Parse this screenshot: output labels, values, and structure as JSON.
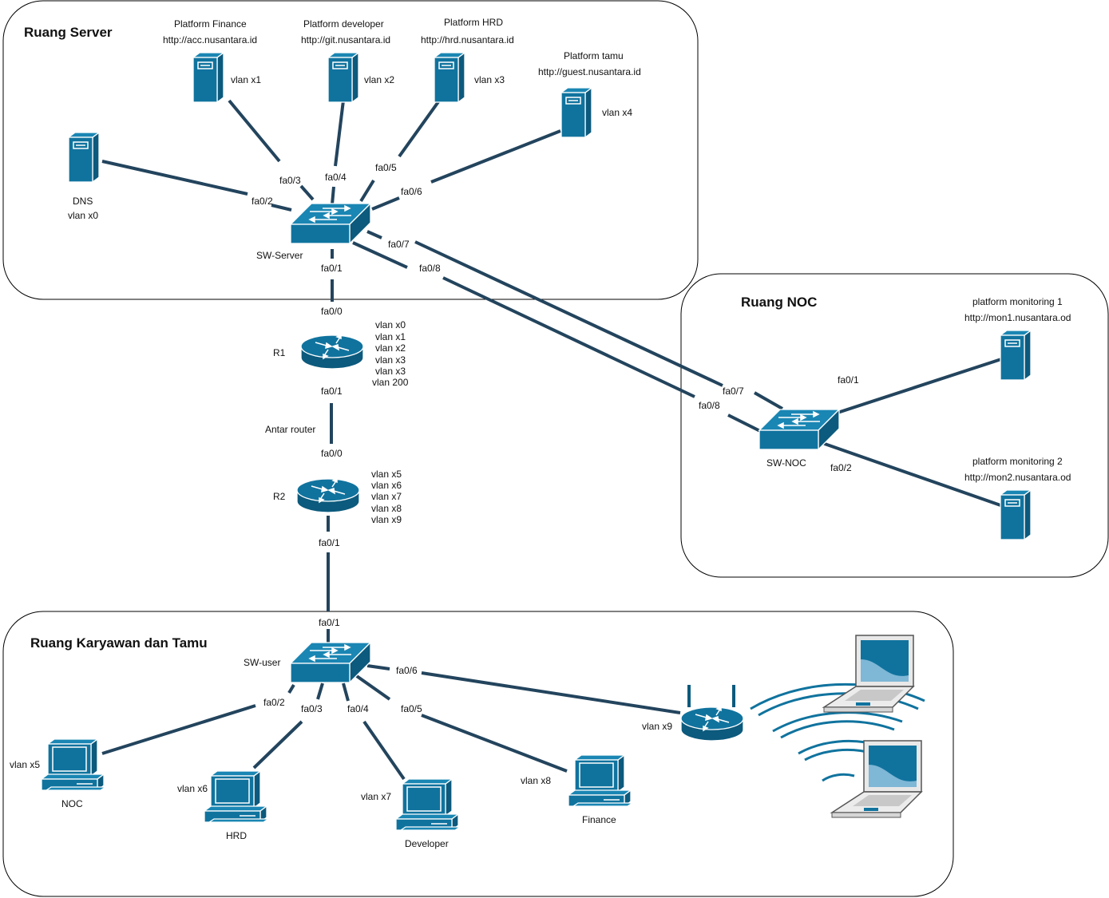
{
  "rooms": {
    "server": "Ruang Server",
    "noc": "Ruang NOC",
    "user": "Ruang Karyawan dan Tamu"
  },
  "servers": {
    "finance": {
      "name": "Platform Finance",
      "url": "http://acc.nusantara.id",
      "vlan": "vlan x1"
    },
    "developer": {
      "name": "Platform developer",
      "url": "http://git.nusantara.id",
      "vlan": "vlan x2"
    },
    "hrd": {
      "name": "Platform HRD",
      "url": "http://hrd.nusantara.id",
      "vlan": "vlan x3"
    },
    "tamu": {
      "name": "Platform tamu",
      "url": "http://guest.nusantara.id",
      "vlan": "vlan x4"
    },
    "dns": {
      "name": "DNS",
      "vlan": "vlan x0"
    },
    "mon1": {
      "name": "platform monitoring 1",
      "url": "http://mon1.nusantara.od"
    },
    "mon2": {
      "name": "platform monitoring 2",
      "url": "http://mon2.nusantara.od"
    }
  },
  "switches": {
    "server": "SW-Server",
    "noc": "SW-NOC",
    "user": "SW-user"
  },
  "routers": {
    "r1": {
      "name": "R1",
      "vlans": [
        "vlan x0",
        "vlan x1",
        "vlan x2",
        "vlan x3",
        "vlan x3",
        "vlan 200"
      ]
    },
    "r2": {
      "name": "R2",
      "vlans": [
        "vlan x5",
        "vlan x6",
        "vlan x7",
        "vlan x8",
        "vlan x9"
      ]
    },
    "link_label": "Antar router"
  },
  "ports": {
    "sws_fa02": "fa0/2",
    "sws_fa03": "fa0/3",
    "sws_fa04": "fa0/4",
    "sws_fa05": "fa0/5",
    "sws_fa06": "fa0/6",
    "sws_fa07": "fa0/7",
    "sws_fa08": "fa0/8",
    "sws_fa01": "fa0/1",
    "r1_fa00": "fa0/0",
    "r1_fa01": "fa0/1",
    "r2_fa00": "fa0/0",
    "r2_fa01": "fa0/1",
    "swu_fa01": "fa0/1",
    "swu_fa02": "fa0/2",
    "swu_fa03": "fa0/3",
    "swu_fa04": "fa0/4",
    "swu_fa05": "fa0/5",
    "swu_fa06": "fa0/6",
    "swn_fa07": "fa0/7",
    "swn_fa08": "fa0/8",
    "swn_fa01": "fa0/1",
    "swn_fa02": "fa0/2"
  },
  "clients": {
    "noc": {
      "name": "NOC",
      "vlan": "vlan x5"
    },
    "hrd": {
      "name": "HRD",
      "vlan": "vlan x6"
    },
    "developer": {
      "name": "Developer",
      "vlan": "vlan x7"
    },
    "finance": {
      "name": "Finance",
      "vlan": "vlan x8"
    },
    "wifi": {
      "vlan": "vlan x9"
    }
  }
}
